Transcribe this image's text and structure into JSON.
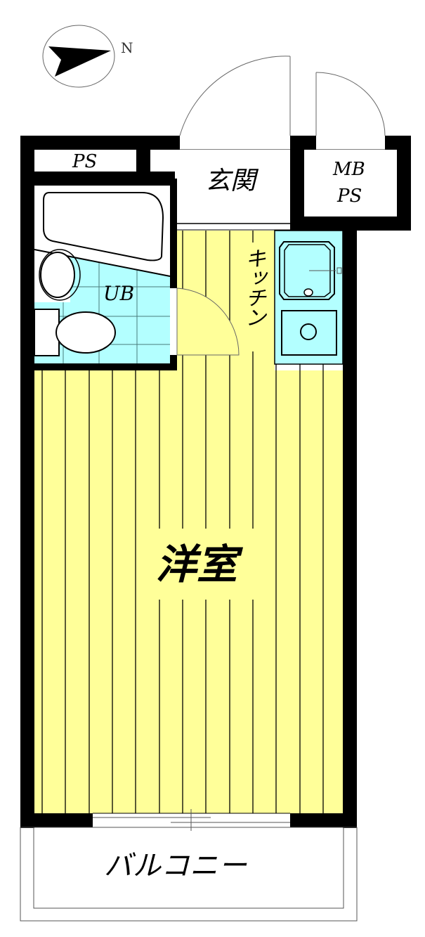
{
  "floor_plan": {
    "compass": {
      "label": "N",
      "icon": "north-arrow-icon"
    },
    "rooms": {
      "ps": {
        "label": "PS"
      },
      "entrance": {
        "label": "玄関"
      },
      "mb_ps": {
        "line1": "MB",
        "line2": "PS"
      },
      "unit_bath": {
        "label": "UB"
      },
      "kitchen": {
        "label": "キッチン"
      },
      "western_room": {
        "label": "洋室"
      },
      "balcony": {
        "label": "バルコニー"
      }
    },
    "colors": {
      "wall": "#000000",
      "floor_wood": "#ffff99",
      "wet_area": "#b3ffff",
      "line": "#555555",
      "background": "#ffffff"
    }
  }
}
